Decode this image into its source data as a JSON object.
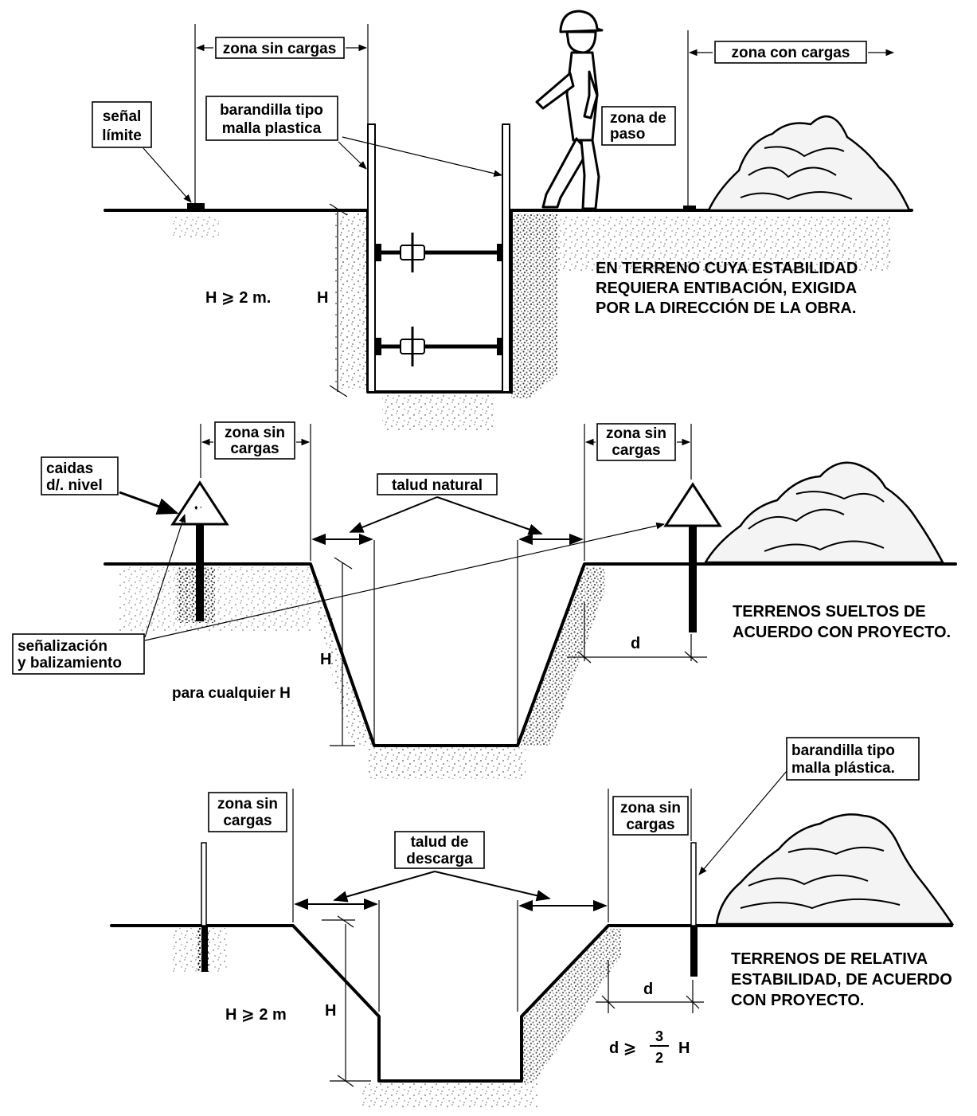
{
  "section1": {
    "zona_sin_cargas": "zona sin cargas",
    "zona_con_cargas": "zona con cargas",
    "senal_limite_1": "señal",
    "senal_limite_2": "límite",
    "barandilla_1": "barandilla tipo",
    "barandilla_2": "malla plastica",
    "zona_paso_1": "zona de",
    "zona_paso_2": "paso",
    "h_condition": "H  ⩾  2 m.",
    "h_label": "H",
    "note_1": "EN TERRENO CUYA ESTABILIDAD",
    "note_2": "REQUIERA ENTIBACIÓN, EXIGIDA",
    "note_3": "POR LA DIRECCIÓN DE LA OBRA."
  },
  "section2": {
    "zona_sin_cargas_left_1": "zona sin",
    "zona_sin_cargas_left_2": "cargas",
    "zona_sin_cargas_right_1": "zona sin",
    "zona_sin_cargas_right_2": "cargas",
    "caidas_1": "caidas",
    "caidas_2": "d/. nivel",
    "talud_natural": "talud natural",
    "senalizacion_1": "señalización",
    "senalizacion_2": "y balizamiento",
    "h_label": "H",
    "para_cualquier": "para cualquier H",
    "d_label": "d",
    "note_1": "TERRENOS SUELTOS DE",
    "note_2": "ACUERDO CON PROYECTO."
  },
  "section3": {
    "zona_sin_cargas_left_1": "zona sin",
    "zona_sin_cargas_left_2": "cargas",
    "zona_sin_cargas_right_1": "zona sin",
    "zona_sin_cargas_right_2": "cargas",
    "talud_descarga_1": "talud de",
    "talud_descarga_2": "descarga",
    "barandilla_1": "barandilla tipo",
    "barandilla_2": "malla plástica.",
    "h_condition": "H  ⩾  2 m",
    "h_label": "H",
    "d_label": "d",
    "formula_prefix": "d  ⩾",
    "formula_num": "3",
    "formula_den": "2",
    "formula_suffix": "H",
    "note_1": "TERRENOS DE RELATIVA",
    "note_2": "ESTABILIDAD, DE ACUERDO",
    "note_3": "CON PROYECTO."
  }
}
